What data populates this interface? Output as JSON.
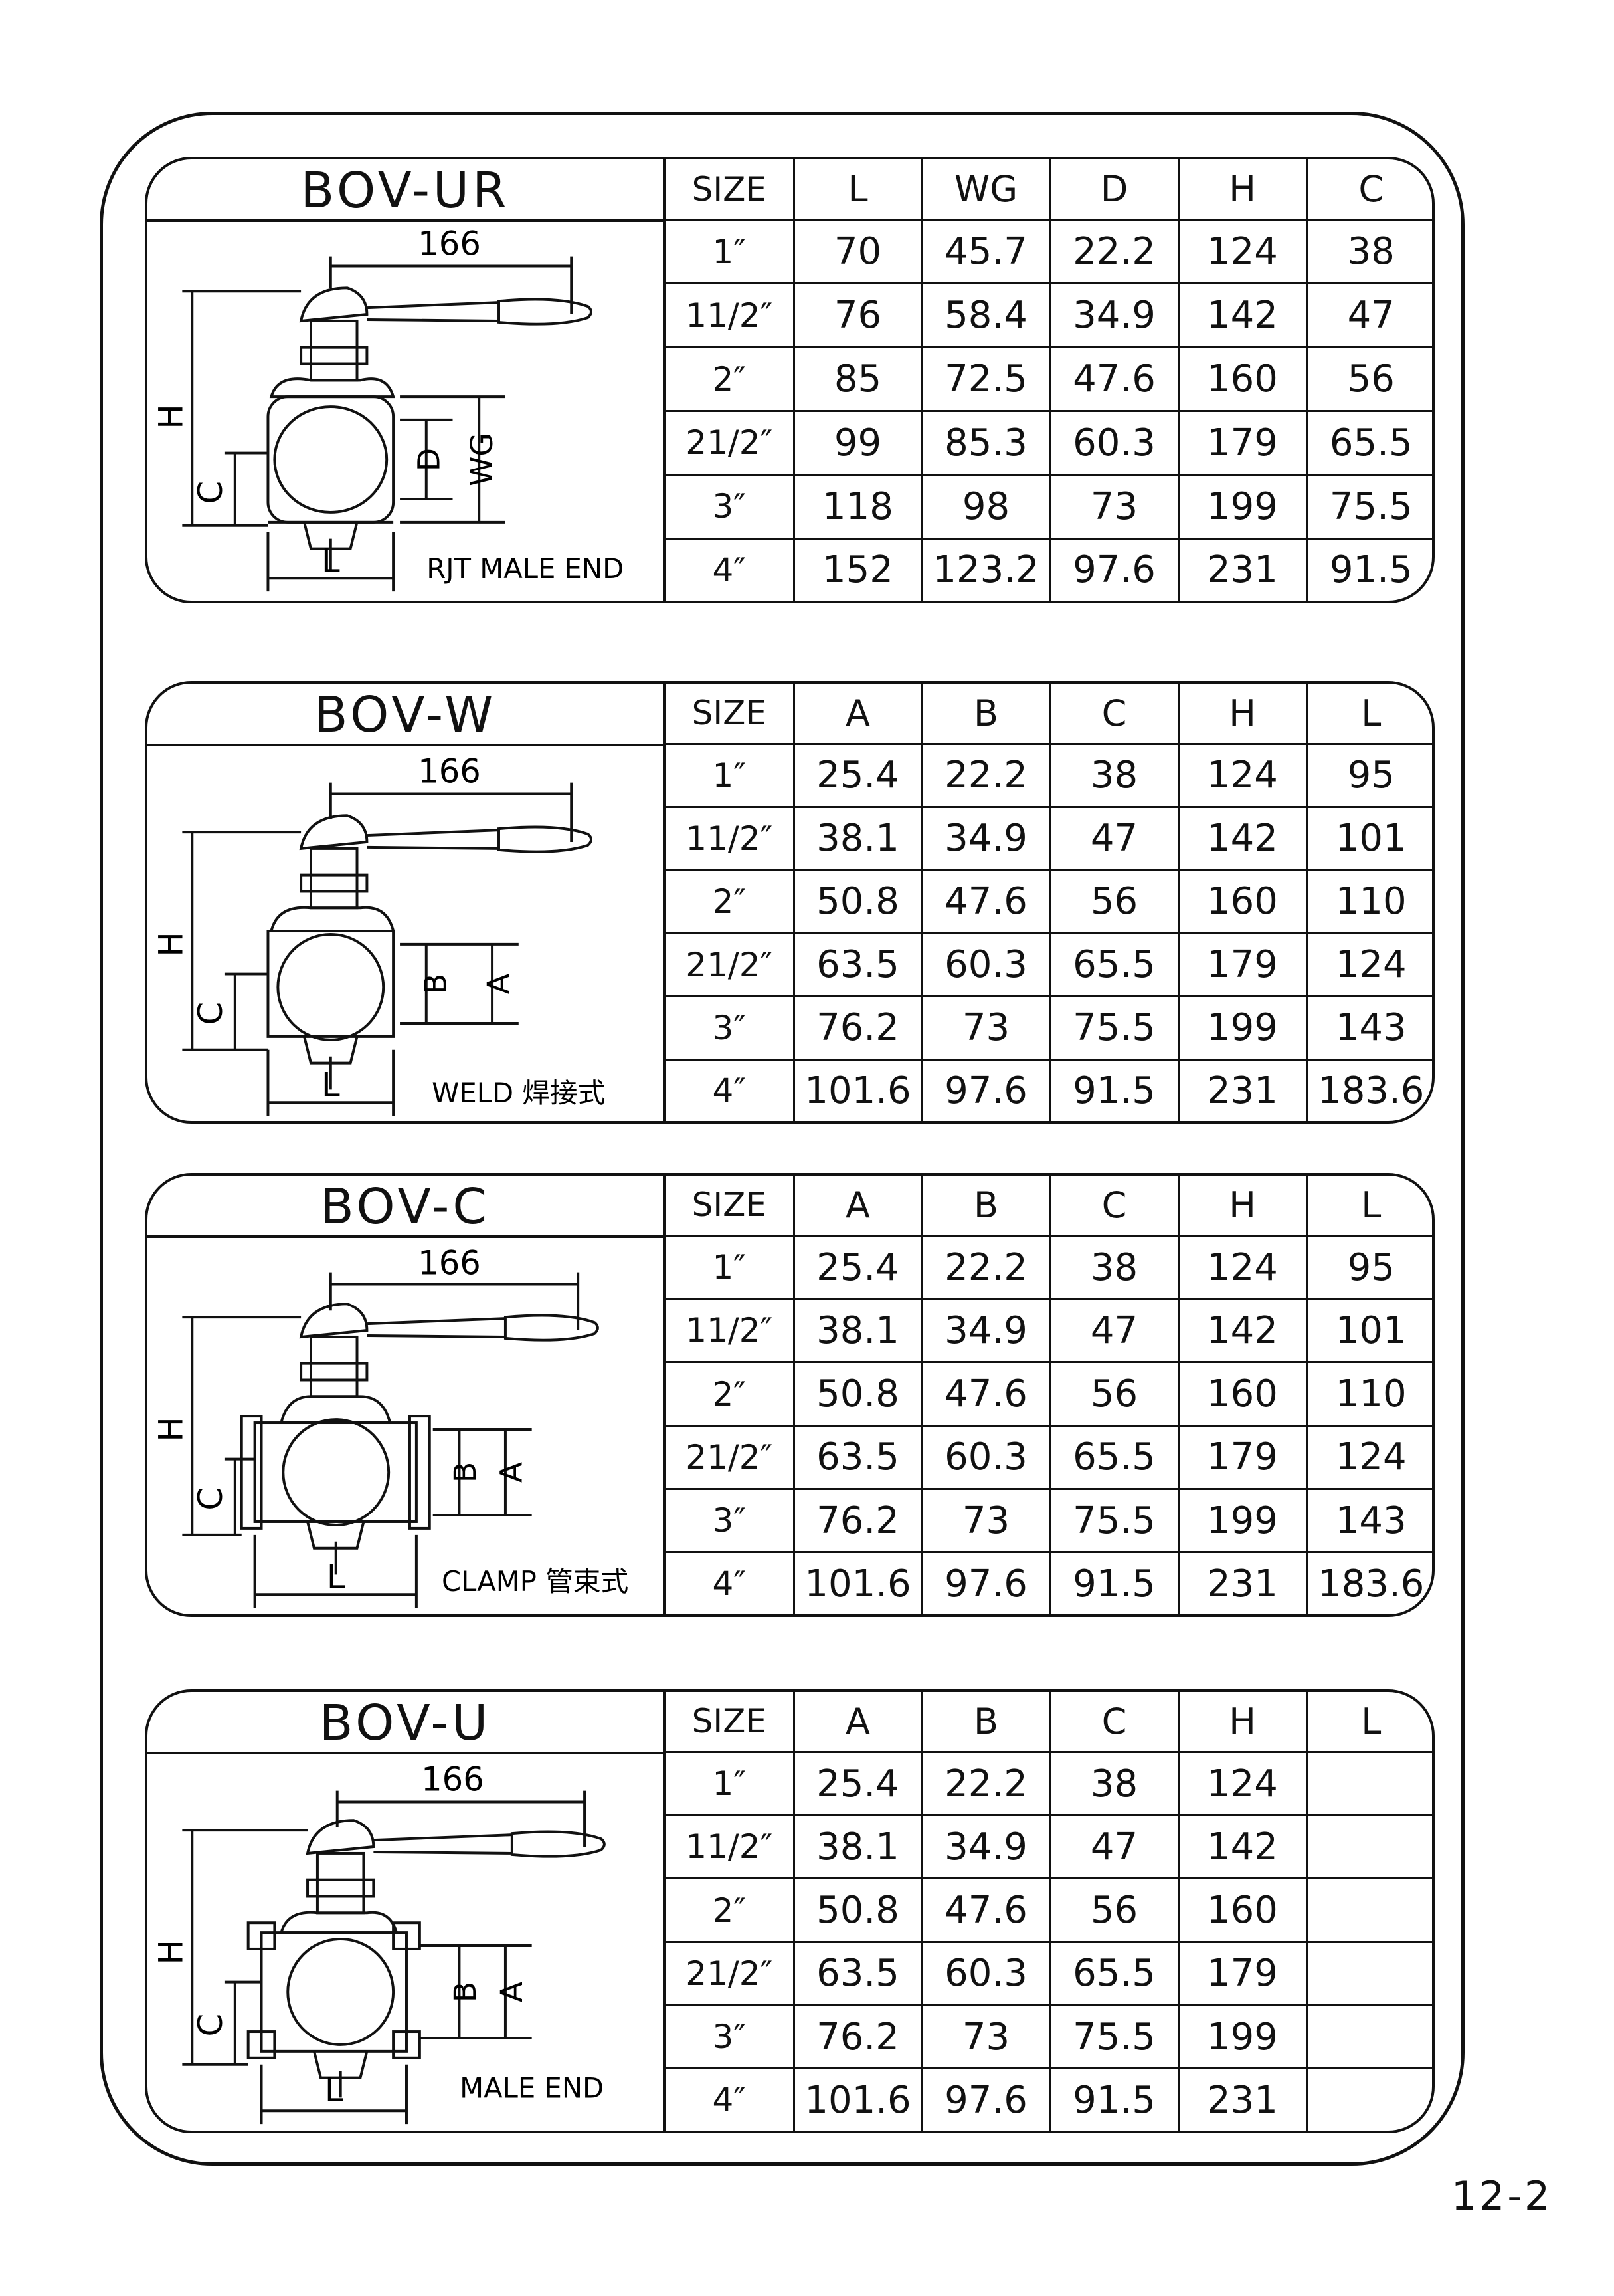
{
  "page_number": "12-2",
  "drawing_dimension": "166",
  "dim_labels": {
    "H": "H",
    "C": "C",
    "L": "L",
    "D": "D",
    "WG": "WG",
    "A": "A",
    "B": "B"
  },
  "blocks": [
    {
      "model": "BOV-UR",
      "end_label": "RJT MALE END",
      "headers": [
        "SIZE",
        "L",
        "WG",
        "D",
        "H",
        "C"
      ],
      "rows": [
        [
          "1″",
          "70",
          "45.7",
          "22.2",
          "124",
          "38"
        ],
        [
          "11/2″",
          "76",
          "58.4",
          "34.9",
          "142",
          "47"
        ],
        [
          "2″",
          "85",
          "72.5",
          "47.6",
          "160",
          "56"
        ],
        [
          "21/2″",
          "99",
          "85.3",
          "60.3",
          "179",
          "65.5"
        ],
        [
          "3″",
          "118",
          "98",
          "73",
          "199",
          "75.5"
        ],
        [
          "4″",
          "152",
          "123.2",
          "97.6",
          "231",
          "91.5"
        ]
      ]
    },
    {
      "model": "BOV-W",
      "end_label": "WELD 焊接式",
      "headers": [
        "SIZE",
        "A",
        "B",
        "C",
        "H",
        "L"
      ],
      "rows": [
        [
          "1″",
          "25.4",
          "22.2",
          "38",
          "124",
          "95"
        ],
        [
          "11/2″",
          "38.1",
          "34.9",
          "47",
          "142",
          "101"
        ],
        [
          "2″",
          "50.8",
          "47.6",
          "56",
          "160",
          "110"
        ],
        [
          "21/2″",
          "63.5",
          "60.3",
          "65.5",
          "179",
          "124"
        ],
        [
          "3″",
          "76.2",
          "73",
          "75.5",
          "199",
          "143"
        ],
        [
          "4″",
          "101.6",
          "97.6",
          "91.5",
          "231",
          "183.6"
        ]
      ]
    },
    {
      "model": "BOV-C",
      "end_label": "CLAMP 管束式",
      "headers": [
        "SIZE",
        "A",
        "B",
        "C",
        "H",
        "L"
      ],
      "rows": [
        [
          "1″",
          "25.4",
          "22.2",
          "38",
          "124",
          "95"
        ],
        [
          "11/2″",
          "38.1",
          "34.9",
          "47",
          "142",
          "101"
        ],
        [
          "2″",
          "50.8",
          "47.6",
          "56",
          "160",
          "110"
        ],
        [
          "21/2″",
          "63.5",
          "60.3",
          "65.5",
          "179",
          "124"
        ],
        [
          "3″",
          "76.2",
          "73",
          "75.5",
          "199",
          "143"
        ],
        [
          "4″",
          "101.6",
          "97.6",
          "91.5",
          "231",
          "183.6"
        ]
      ]
    },
    {
      "model": "BOV-U",
      "end_label": "MALE END",
      "headers": [
        "SIZE",
        "A",
        "B",
        "C",
        "H",
        "L"
      ],
      "rows": [
        [
          "1″",
          "25.4",
          "22.2",
          "38",
          "124",
          ""
        ],
        [
          "11/2″",
          "38.1",
          "34.9",
          "47",
          "142",
          ""
        ],
        [
          "2″",
          "50.8",
          "47.6",
          "56",
          "160",
          ""
        ],
        [
          "21/2″",
          "63.5",
          "60.3",
          "65.5",
          "179",
          ""
        ],
        [
          "3″",
          "76.2",
          "73",
          "75.5",
          "199",
          ""
        ],
        [
          "4″",
          "101.6",
          "97.6",
          "91.5",
          "231",
          ""
        ]
      ]
    }
  ]
}
